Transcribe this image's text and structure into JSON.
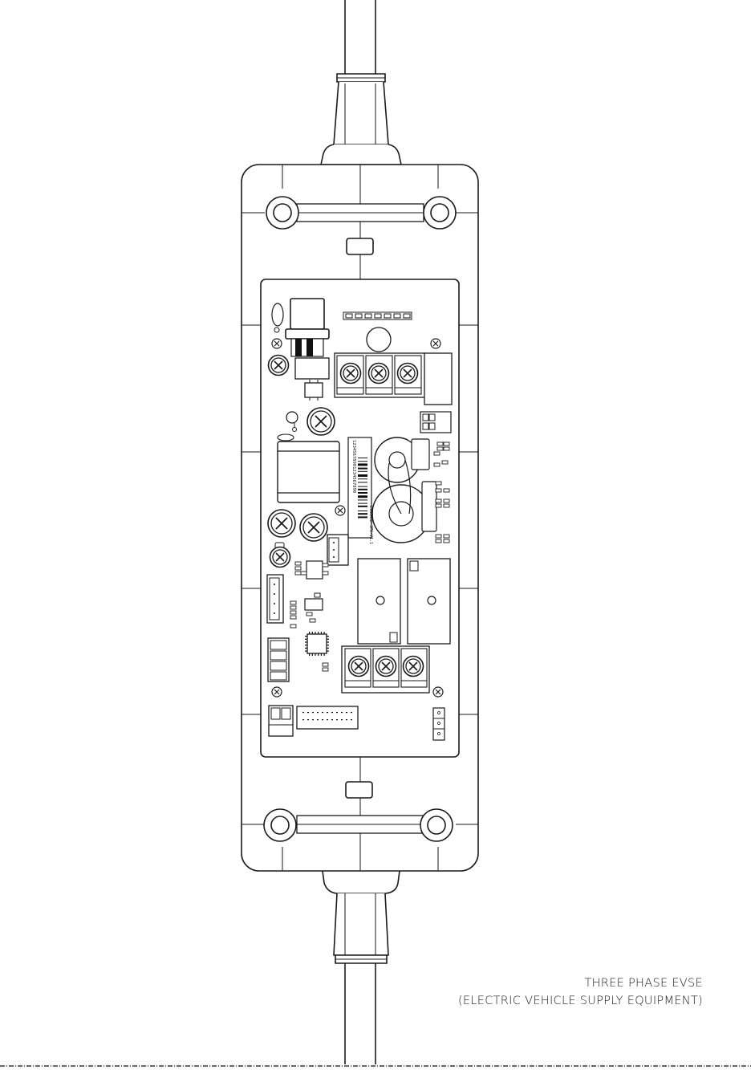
{
  "caption": {
    "line1": "THREE PHASE EVSE",
    "line2": "(ELECTRIC VEHICLE SUPPLY EQUIPMENT)"
  },
  "board": {
    "barcode_text_1": "12345678901234567890",
    "barcode_text_2": "EVBOARD-3PH-V1.1"
  },
  "colors": {
    "stroke": "#1a1a1a",
    "fill": "#ffffff",
    "dark": "#111111"
  }
}
